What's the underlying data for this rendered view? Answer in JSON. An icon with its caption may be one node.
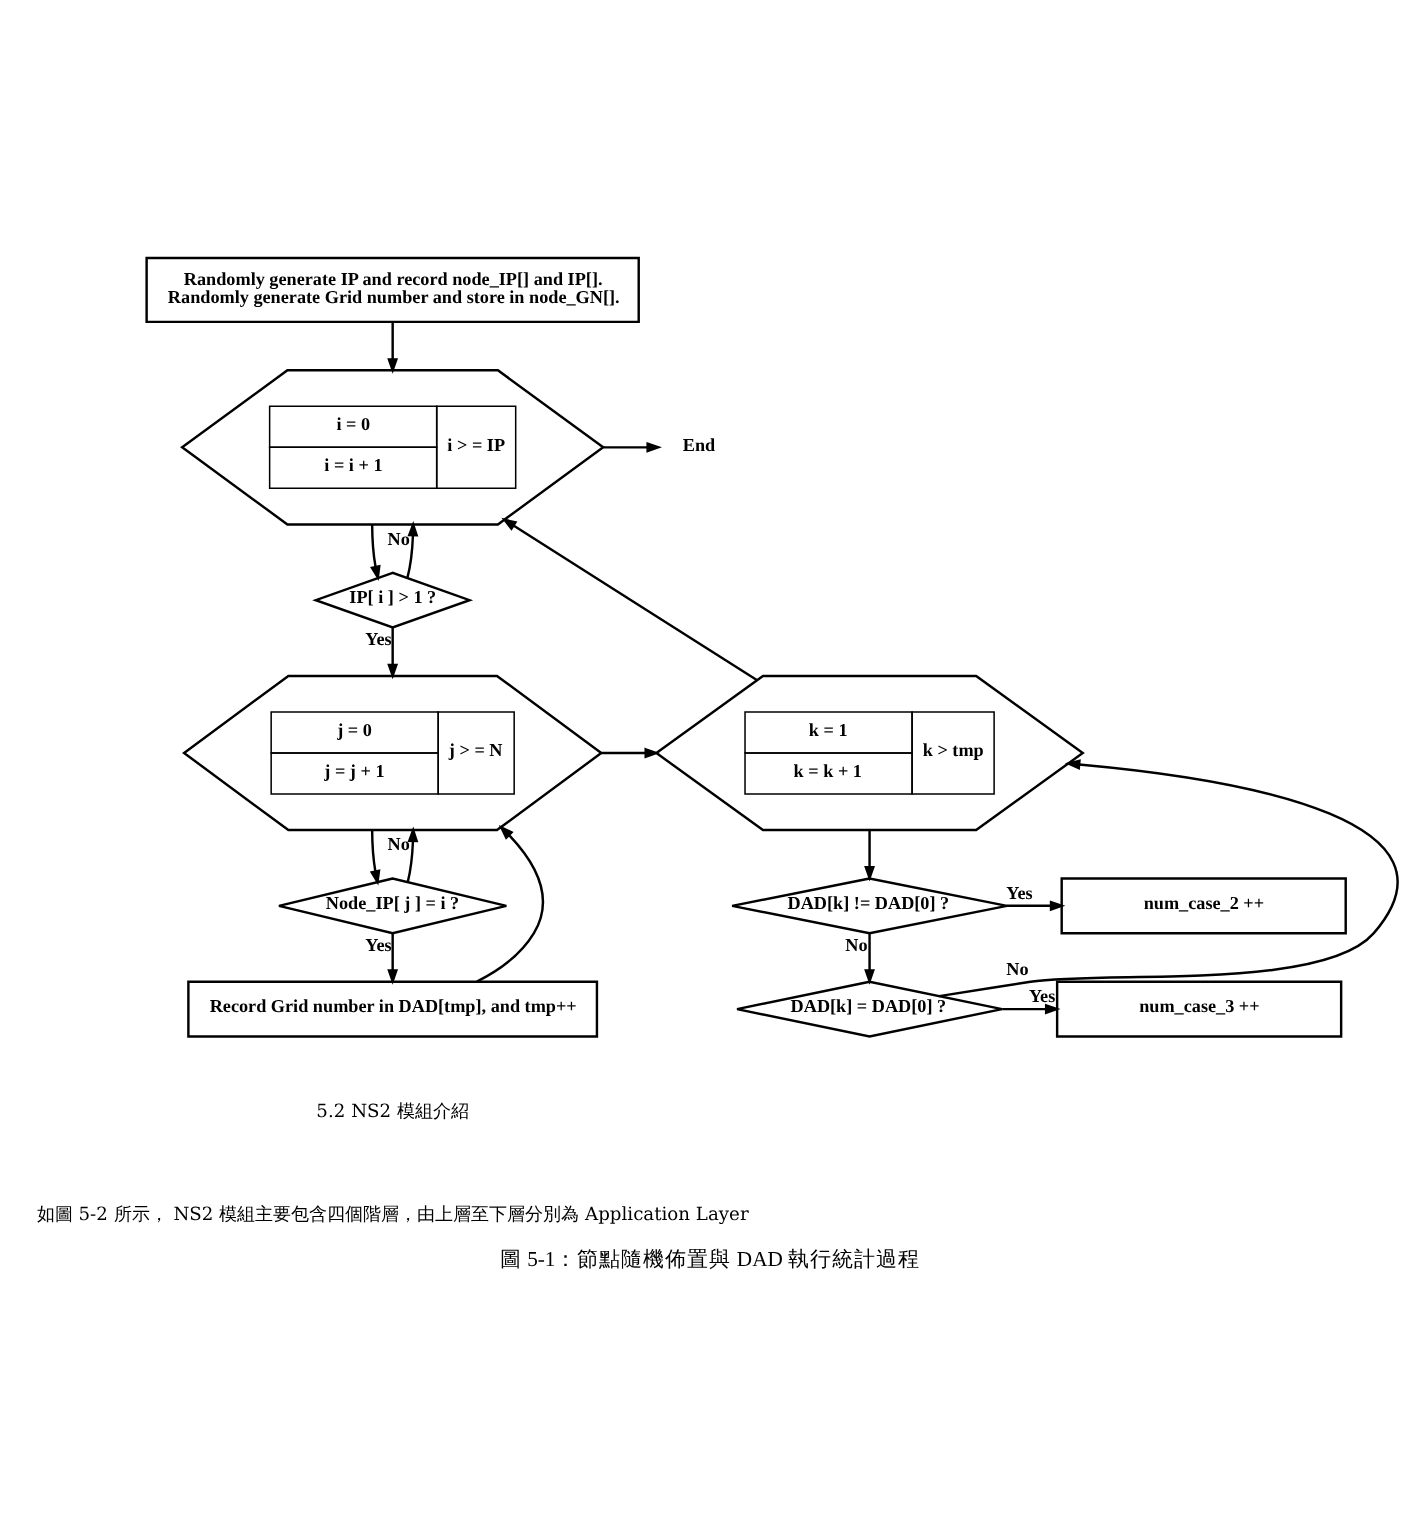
{
  "diagram": {
    "caption": "圖 5-1：節點隨機佈置與 DAD 執行統計過程",
    "nodes": [
      {
        "text": [
          "Randomly generate IP and record node_IP[] and IP[].",
          "Randomly generate Grid number and store in node_GN[]."
        ]
      },
      {
        "text": [
          "i = 0",
          "i = i + 1",
          "i > = IP"
        ]
      },
      {
        "text": [
          "End"
        ]
      },
      {
        "text": [
          "IP[ i ] > 1 ?"
        ]
      },
      {
        "text": [
          "j = 0",
          "j = j + 1",
          "j > = N"
        ]
      },
      {
        "text": [
          "Node_IP[ j ] = i ?"
        ]
      },
      {
        "text": [
          "Record Grid number in DAD[tmp], and tmp++"
        ]
      },
      {
        "text": [
          "k = 1",
          "k = k + 1",
          "k > tmp"
        ]
      },
      {
        "text": [
          "DAD[k] != DAD[0] ?"
        ]
      },
      {
        "text": [
          "num_case_2 ++"
        ]
      },
      {
        "text": [
          "DAD[k] = DAD[0] ?"
        ]
      },
      {
        "text": [
          "num_case_3 ++"
        ]
      }
    ],
    "edges": [
      {
        "from": 0,
        "to": 1,
        "arrow": "to"
      },
      {
        "from": 1,
        "to": 2,
        "arrow": "to"
      },
      {
        "from": 1,
        "to": 3,
        "arrow": "to"
      },
      {
        "from": 3,
        "to": 1,
        "label": "No",
        "arrow": "to"
      },
      {
        "from": 3,
        "to": 4,
        "label": "Yes",
        "arrow": "to"
      },
      {
        "from": 4,
        "to": 5,
        "arrow": "to"
      },
      {
        "from": 5,
        "to": 4,
        "label": "No",
        "arrow": "to"
      },
      {
        "from": 5,
        "to": 6,
        "label": "Yes",
        "arrow": "to"
      },
      {
        "from": 6,
        "to": 4,
        "arrow": "to"
      },
      {
        "from": 4,
        "to": 7,
        "arrow": "to"
      },
      {
        "from": 7,
        "to": 1,
        "arrow": "to"
      },
      {
        "from": 7,
        "to": 8,
        "arrow": "to"
      },
      {
        "from": 8,
        "to": 9,
        "label": "Yes",
        "arrow": "to"
      },
      {
        "from": 8,
        "to": 10,
        "label": "No",
        "arrow": "to"
      },
      {
        "from": 10,
        "to": 7,
        "label": "No",
        "arrow": "to"
      },
      {
        "from": 10,
        "to": 11,
        "label": "Yes",
        "arrow": "to"
      }
    ],
    "labels": [
      "5.2 NS2 模組介紹",
      "如圖 5-2 所示， NS2 模組主要包含四個階層，由上層至下層分別為 Application Layer"
    ]
  }
}
